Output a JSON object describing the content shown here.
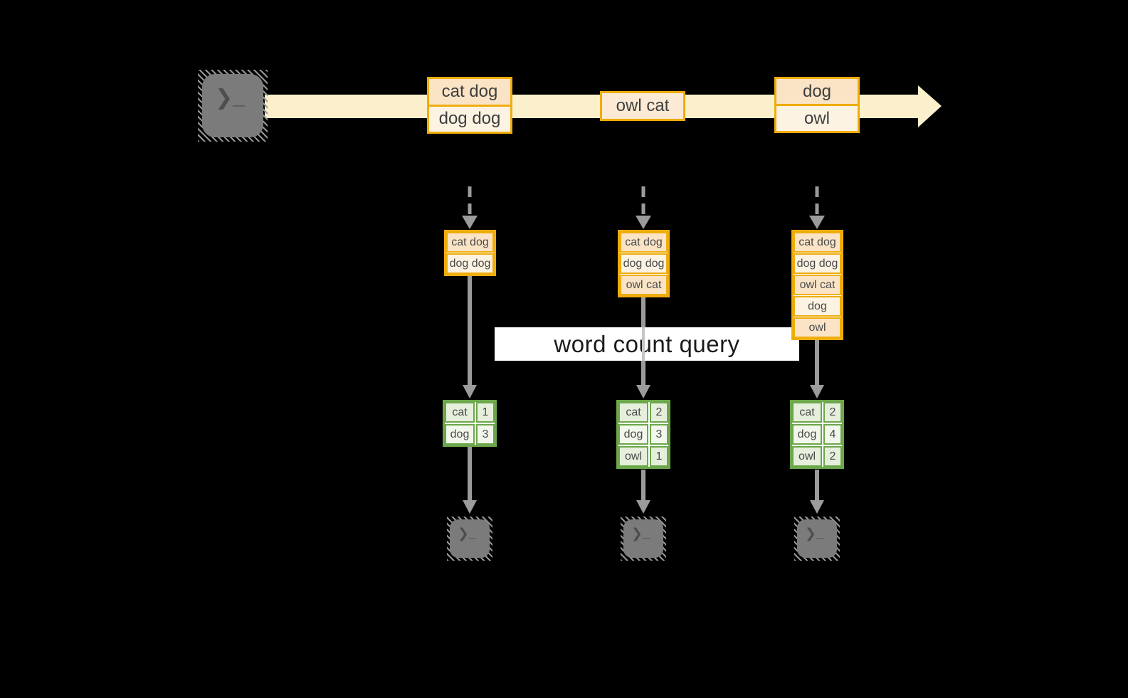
{
  "query_label": "word count query",
  "stream": {
    "events": [
      {
        "rows": [
          "cat dog",
          "dog dog"
        ]
      },
      {
        "rows": [
          "owl cat"
        ]
      },
      {
        "rows": [
          "dog",
          "owl"
        ]
      }
    ]
  },
  "pipelines": [
    {
      "buffer": [
        "cat dog",
        "dog dog"
      ],
      "counts": [
        {
          "word": "cat",
          "count": "1"
        },
        {
          "word": "dog",
          "count": "3"
        }
      ]
    },
    {
      "buffer": [
        "cat dog",
        "dog dog",
        "owl cat"
      ],
      "counts": [
        {
          "word": "cat",
          "count": "2"
        },
        {
          "word": "dog",
          "count": "3"
        },
        {
          "word": "owl",
          "count": "1"
        }
      ]
    },
    {
      "buffer": [
        "cat dog",
        "dog dog",
        "owl cat",
        "dog",
        "owl"
      ],
      "counts": [
        {
          "word": "cat",
          "count": "2"
        },
        {
          "word": "dog",
          "count": "4"
        },
        {
          "word": "owl",
          "count": "2"
        }
      ]
    }
  ],
  "terminal": {
    "chevron": "❯",
    "cursor": "_"
  },
  "colors": {
    "background": "#000000",
    "stream_band": "#FBF0CB",
    "amber_border": "#EFAD0C",
    "peach_fill": "#FBE4C6",
    "cream_fill": "#FDF3E3",
    "green_border": "#6CA74B",
    "green_fill_dark": "#E6EFDC",
    "green_fill_light": "#F2F7EC",
    "arrow_gray": "#9B9B9B",
    "terminal_gray": "#7B7B7B",
    "query_banner_bg": "#FFFFFF"
  }
}
